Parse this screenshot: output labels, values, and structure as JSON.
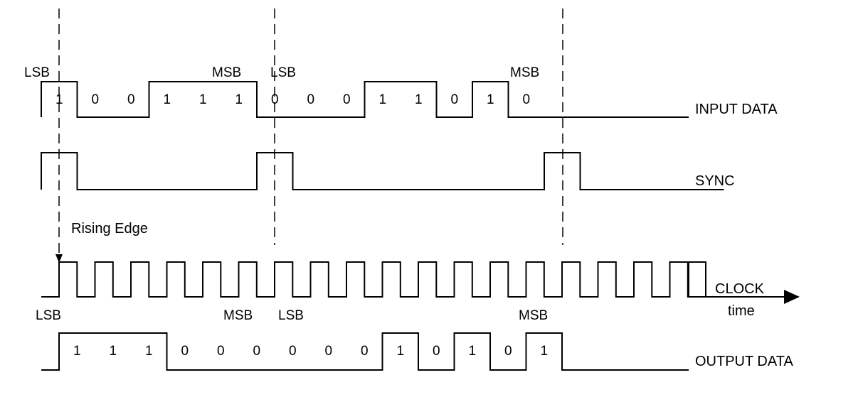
{
  "signals": {
    "input_data": {
      "label": "INPUT DATA",
      "bits": [
        "1",
        "0",
        "0",
        "1",
        "1",
        "1",
        "0",
        "0",
        "0",
        "1",
        "1",
        "0",
        "1",
        "0"
      ],
      "levels": [
        1,
        0,
        0,
        1,
        1,
        1,
        0,
        0,
        0,
        1,
        1,
        0,
        1,
        0
      ],
      "lsb": "LSB",
      "msb": "MSB"
    },
    "sync": {
      "label": "SYNC",
      "levels": [
        1,
        0,
        0,
        0,
        0,
        0,
        1,
        0,
        0,
        0,
        0,
        0,
        0,
        0,
        1,
        0,
        0,
        0,
        0
      ]
    },
    "clock": {
      "label": "CLOCK",
      "time_label": "time",
      "cycles": 18
    },
    "output_data": {
      "label": "OUTPUT DATA",
      "bits": [
        "1",
        "1",
        "1",
        "0",
        "0",
        "0",
        "0",
        "0",
        "0",
        "1",
        "0",
        "1",
        "0",
        "1"
      ],
      "levels": [
        1,
        1,
        1,
        0,
        0,
        0,
        0,
        0,
        0,
        1,
        0,
        1,
        0,
        1
      ],
      "lsb": "LSB",
      "msb": "MSB"
    }
  },
  "annotation": {
    "rising_edge": "Rising Edge"
  }
}
